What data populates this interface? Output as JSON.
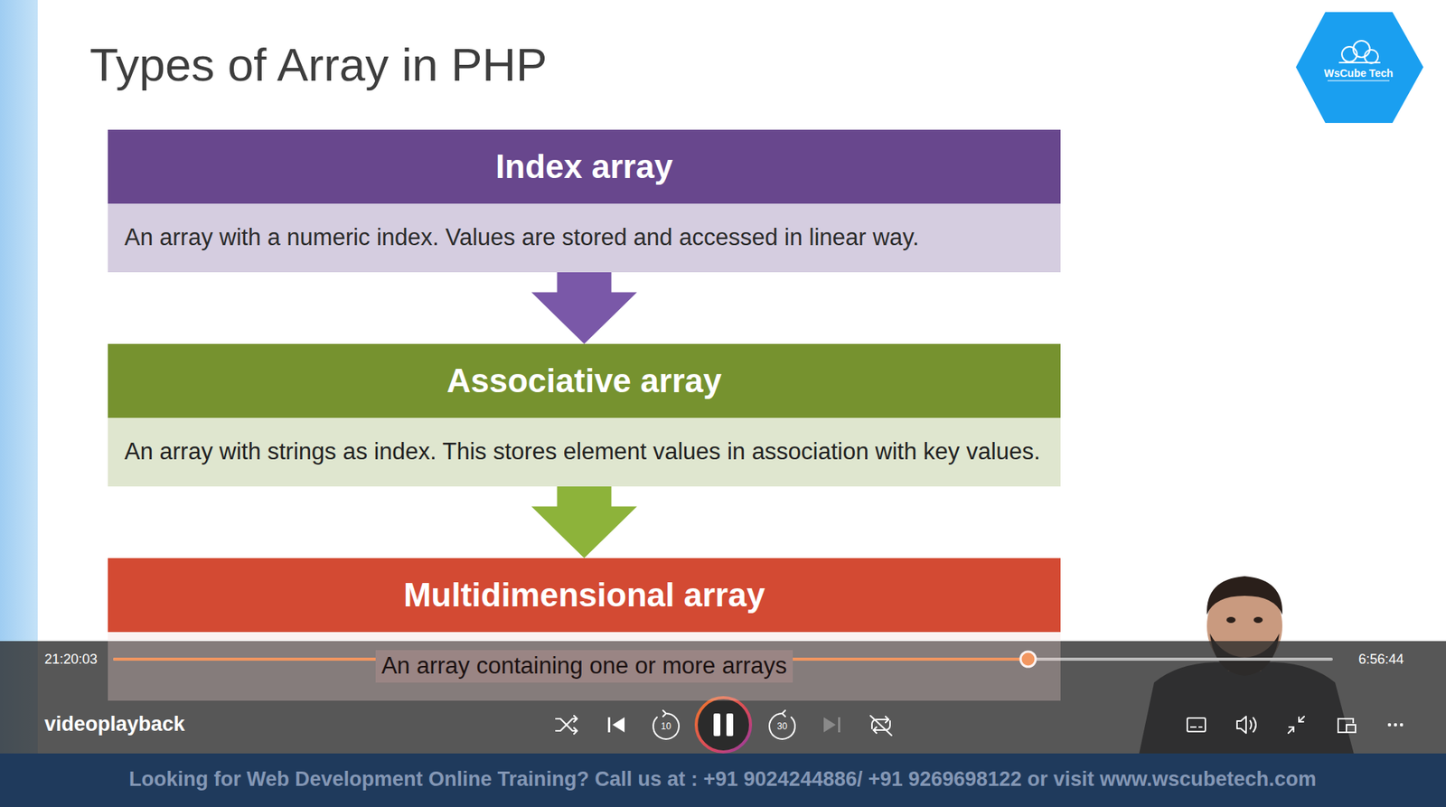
{
  "diagram": {
    "title": "Types of Array in PHP",
    "nodes": [
      {
        "text": [
          "Index array",
          "An array with a numeric index. Values are stored and accessed in linear way."
        ]
      },
      {
        "text": [
          "Associative array",
          "An array with strings as index. This stores element values in association with key values."
        ]
      },
      {
        "text": [
          "Multidimensional array",
          "An array containing one or more arrays"
        ]
      }
    ],
    "edges": [
      {
        "from": 0,
        "to": 1,
        "arrow": "to"
      },
      {
        "from": 1,
        "to": 2,
        "arrow": "to"
      }
    ],
    "labels": [
      "WsCube Tech",
      "21:20:03",
      "6:56:44",
      "videoplayback",
      "10",
      "30",
      "Looking for Web Development Online Training? Call us at : +91 9024244886/ +91 9269698122 or visit www.wscubetech.com"
    ]
  }
}
